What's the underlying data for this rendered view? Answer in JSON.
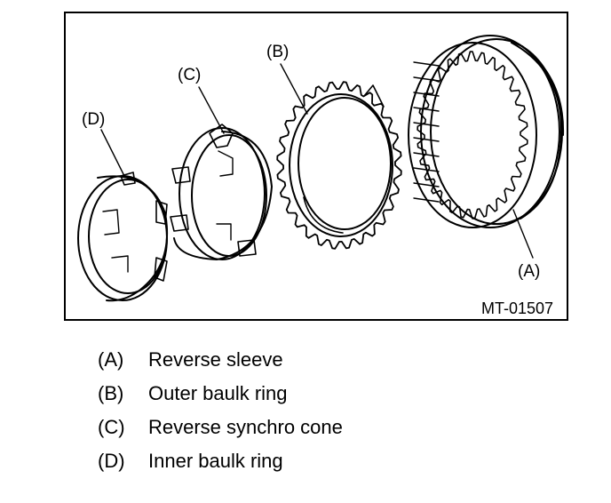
{
  "figure": {
    "code": "MT-01507",
    "callouts": {
      "a": "(A)",
      "b": "(B)",
      "c": "(C)",
      "d": "(D)"
    }
  },
  "legend": [
    {
      "code": "(A)",
      "label": "Reverse sleeve"
    },
    {
      "code": "(B)",
      "label": "Outer baulk ring"
    },
    {
      "code": "(C)",
      "label": "Reverse synchro cone"
    },
    {
      "code": "(D)",
      "label": "Inner baulk ring"
    }
  ]
}
